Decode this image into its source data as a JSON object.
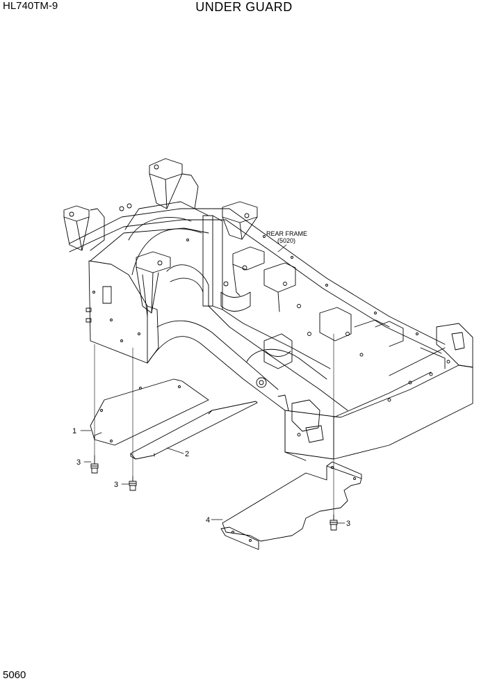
{
  "header": {
    "model": "HL740TM-9",
    "title": "UNDER GUARD"
  },
  "footer": {
    "page_number": "5060"
  },
  "callouts": {
    "rear_frame_label": "REAR FRAME",
    "rear_frame_code": "(5020)",
    "part_1": "1",
    "part_2": "2",
    "part_3a": "3",
    "part_3b": "3",
    "part_3c": "3",
    "part_4": "4"
  }
}
